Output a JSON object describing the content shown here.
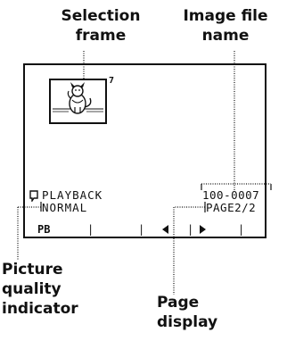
{
  "callouts": {
    "selection_frame": [
      "Selection",
      "frame"
    ],
    "image_file_name": [
      "Image file",
      "name"
    ],
    "picture_quality": [
      "Picture",
      "quality",
      "indicator"
    ],
    "page_display": [
      "Page",
      "display"
    ]
  },
  "screen": {
    "thumbnail_number": "7",
    "mode": "PLAYBACK",
    "quality": "NORMAL",
    "file_name": "100-0007",
    "page": "PAGE2/2",
    "toolbar": {
      "pb": "PB",
      "separator": "|",
      "prev_icon": "left-triangle-icon",
      "next_icon": "right-triangle-icon"
    }
  }
}
